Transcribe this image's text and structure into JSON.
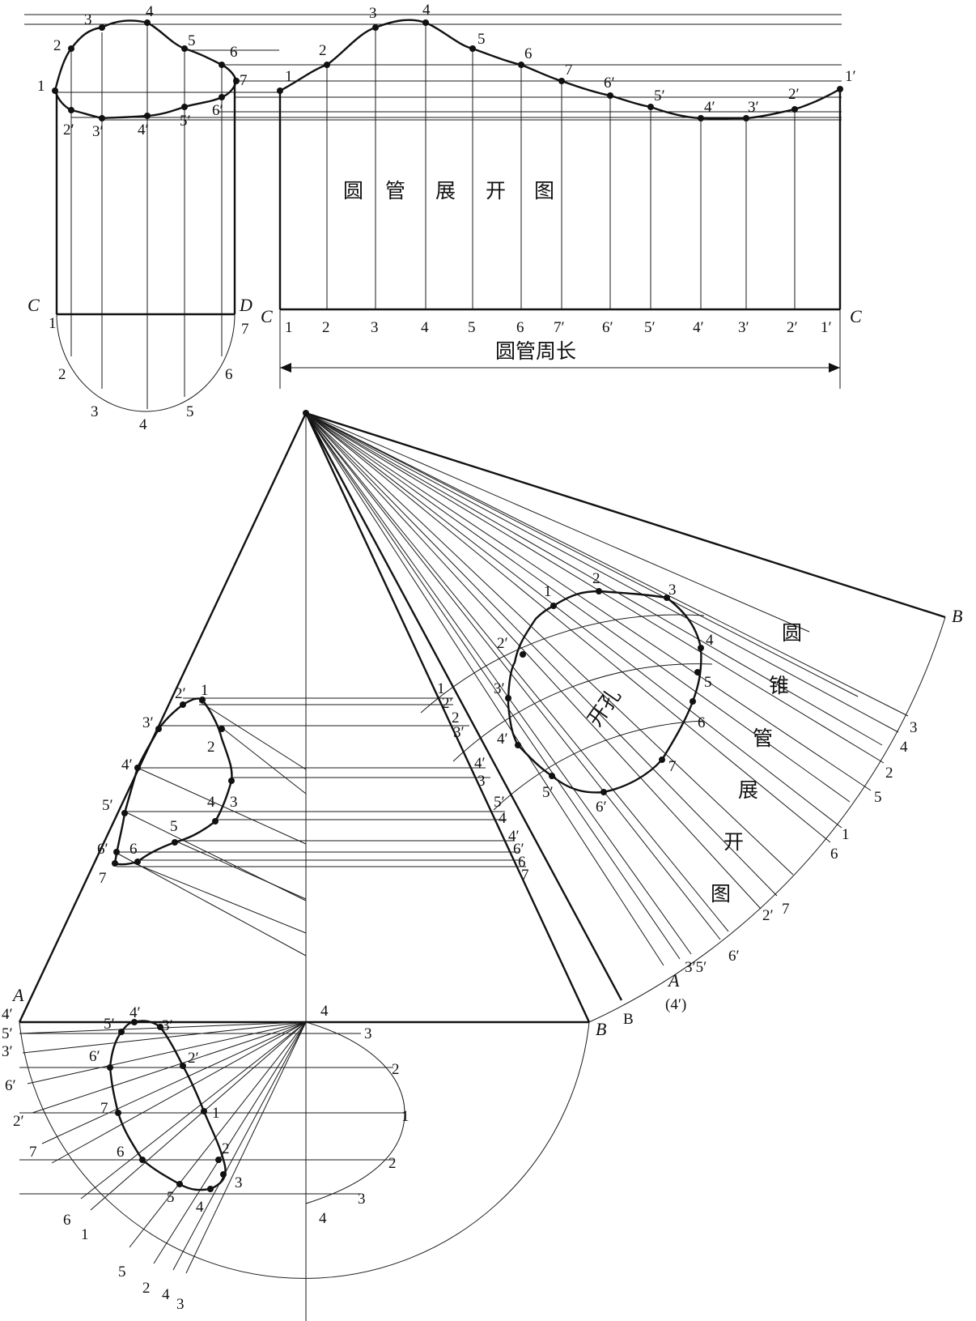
{
  "texts": {
    "tube_title": [
      "圆",
      "管",
      "展",
      "开",
      "图"
    ],
    "tube_perimeter": "圆管周长",
    "cone_title": [
      "圆",
      "锥",
      "管",
      "展",
      "开",
      "图"
    ],
    "hole": "开孔",
    "C": "C",
    "D": "D",
    "A": "A",
    "B": "B",
    "four_prime_paren": "(4′)"
  },
  "labels": {
    "tube_upper": [
      "1",
      "2",
      "3",
      "4",
      "5",
      "6",
      "7"
    ],
    "tube_lower": [
      "2′",
      "3′",
      "4′",
      "5′",
      "6′"
    ],
    "half_circle": [
      "1",
      "2",
      "3",
      "4",
      "5",
      "6",
      "7"
    ],
    "unroll_curve": [
      "1",
      "2",
      "3",
      "4",
      "5",
      "6",
      "7",
      "6′",
      "5′",
      "4′",
      "3′",
      "2′",
      "1′"
    ],
    "unroll_bottom": [
      "1",
      "2",
      "3",
      "4",
      "5",
      "6",
      "7′",
      "6′",
      "5′",
      "4′",
      "3′",
      "2′",
      "1′"
    ],
    "cone_front": [
      "2′",
      "1",
      "3′",
      "2",
      "4′",
      "3",
      "4",
      "5′",
      "5",
      "6′",
      "6",
      "7"
    ],
    "cone_side_edge": [
      "1",
      "2′",
      "2",
      "3′",
      "4′",
      "3",
      "5′",
      "4",
      "4′",
      "6′",
      "6",
      "7"
    ],
    "hole_points": [
      "1",
      "2",
      "3",
      "2′",
      "4",
      "3′",
      "5",
      "6",
      "4′",
      "5′",
      "6′",
      "7"
    ],
    "sector_arc": [
      "3",
      "4",
      "2",
      "5",
      "1",
      "6",
      "2′",
      "7",
      "6′",
      "3′5′"
    ],
    "plan_view": [
      "4",
      "3",
      "2",
      "1",
      "2",
      "3",
      "4"
    ],
    "plan_left": [
      "4′",
      "5′",
      "3′",
      "6′",
      "2′",
      "7"
    ],
    "plan_curve": [
      "5′",
      "4′",
      "3′",
      "6′",
      "2′",
      "7",
      "1",
      "6",
      "2",
      "5",
      "3",
      "4"
    ],
    "plan_arc": [
      "6",
      "1",
      "5",
      "2",
      "4",
      "3"
    ]
  }
}
